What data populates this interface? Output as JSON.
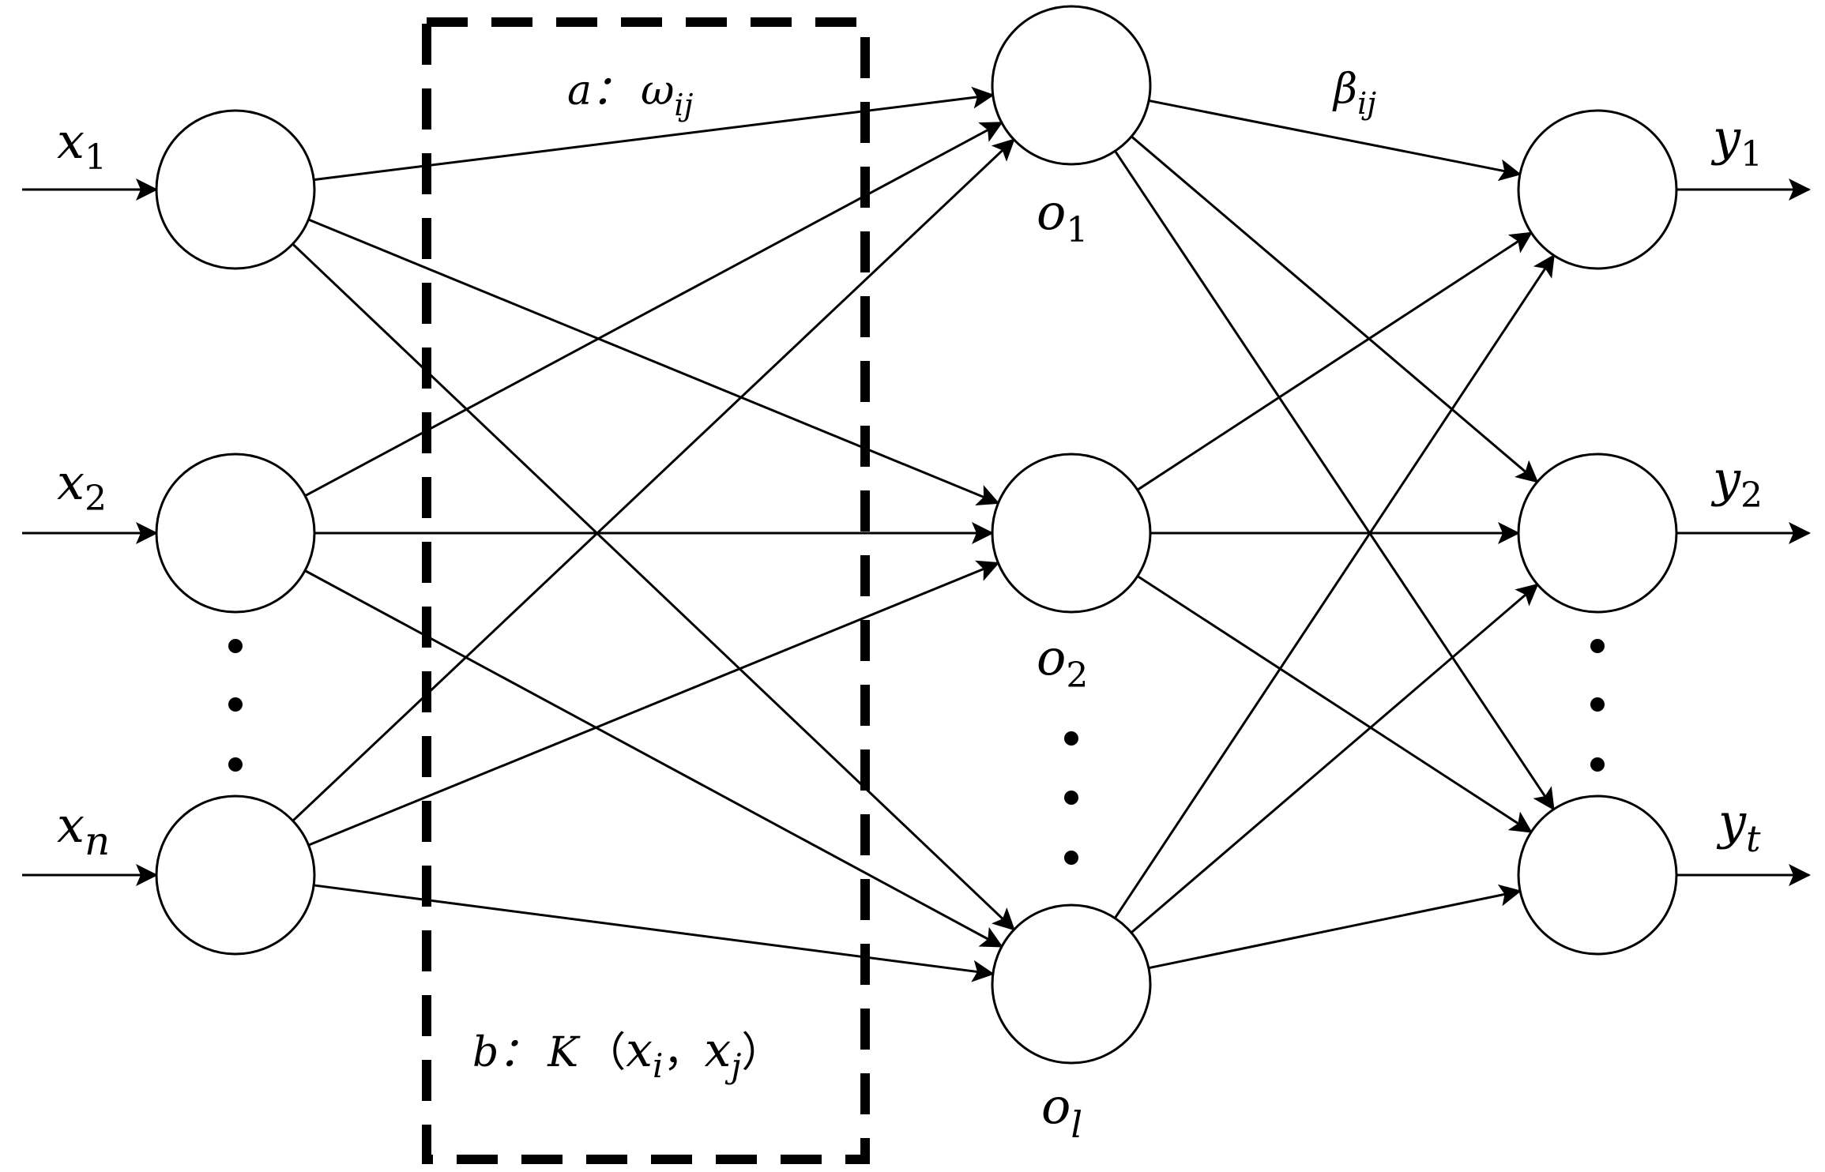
{
  "colors": {
    "stroke": "#000000",
    "background": "#ffffff"
  },
  "layers": {
    "input": [
      "x1",
      "x2",
      "xn"
    ],
    "hidden": [
      "o1",
      "o2",
      "ol"
    ],
    "output": [
      "y1",
      "y2",
      "yt"
    ]
  },
  "input_labels": [
    {
      "base": "x",
      "sub": "1"
    },
    {
      "base": "x",
      "sub": "2"
    },
    {
      "base": "x",
      "sub": "n"
    }
  ],
  "hidden_labels": [
    {
      "base": "o",
      "sub": "1"
    },
    {
      "base": "o",
      "sub": "2"
    },
    {
      "base": "o",
      "sub": "l"
    }
  ],
  "output_labels": [
    {
      "base": "y",
      "sub": "1"
    },
    {
      "base": "y",
      "sub": "2"
    },
    {
      "base": "y",
      "sub": "t"
    }
  ],
  "weights": {
    "input_hidden_prefix": "a：",
    "input_hidden_base": "ω",
    "input_hidden_sub": "ij",
    "hidden_output_base": "β",
    "hidden_output_sub": "ij"
  },
  "kernel": {
    "prefix": "b：",
    "func": "K",
    "open": "（",
    "arg1_base": "x",
    "arg1_sub": "i",
    "sep": "，",
    "arg2_base": "x",
    "arg2_sub": "j",
    "close": "）"
  },
  "ellipsis_markers": [
    "input-ellipsis",
    "hidden-ellipsis",
    "output-ellipsis"
  ]
}
